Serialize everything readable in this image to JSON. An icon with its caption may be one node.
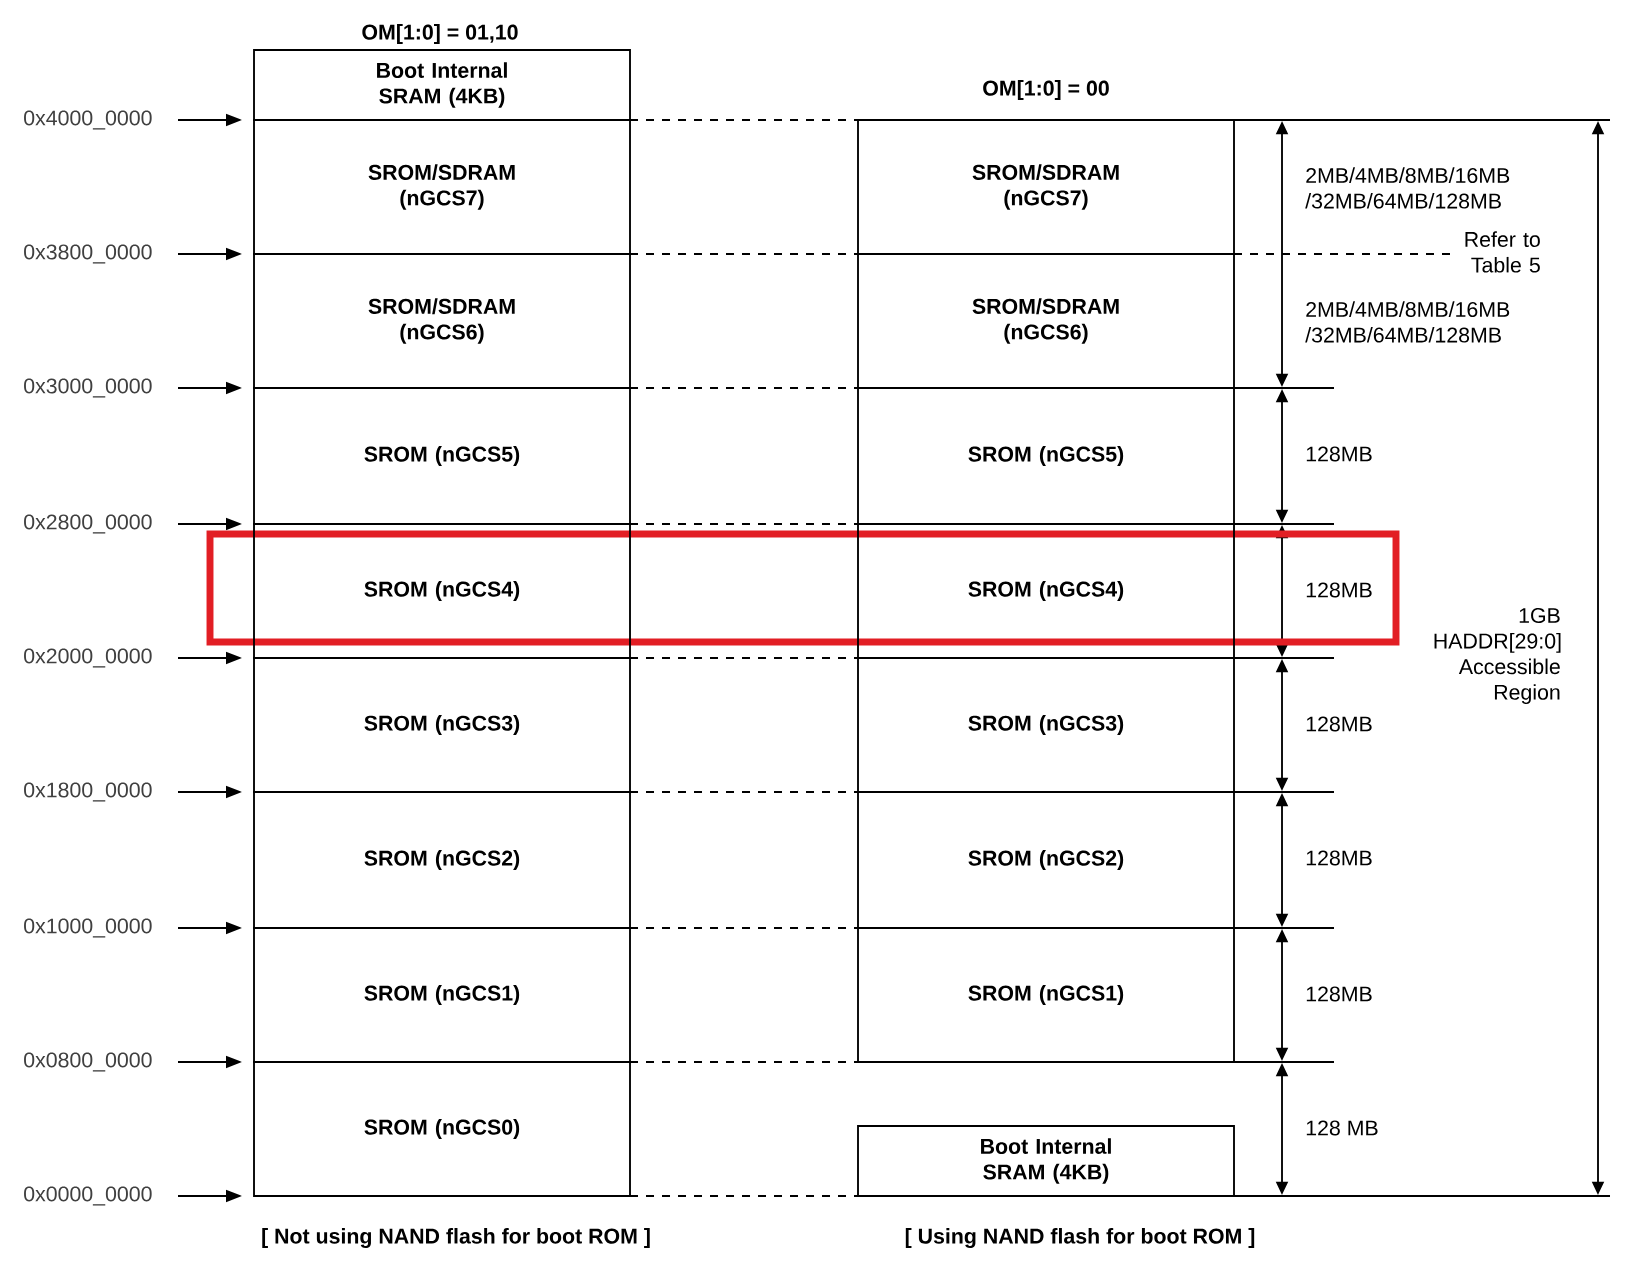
{
  "diagram": {
    "nodes": [
      {
        "text": [
          "Boot Internal SRAM (4KB)"
        ]
      },
      {
        "text": [
          "SROM/SDRAM (nGCS7)"
        ]
      },
      {
        "text": [
          "SROM/SDRAM (nGCS7)"
        ]
      },
      {
        "text": [
          "SROM/SDRAM (nGCS6)"
        ]
      },
      {
        "text": [
          "SROM/SDRAM (nGCS6)"
        ]
      },
      {
        "text": [
          "SROM (nGCS5)"
        ]
      },
      {
        "text": [
          "SROM (nGCS5)"
        ]
      },
      {
        "text": [
          "SROM (nGCS4)"
        ]
      },
      {
        "text": [
          "SROM (nGCS4)"
        ]
      },
      {
        "text": [
          "SROM (nGCS3)"
        ]
      },
      {
        "text": [
          "SROM (nGCS3)"
        ]
      },
      {
        "text": [
          "SROM (nGCS2)"
        ]
      },
      {
        "text": [
          "SROM (nGCS2)"
        ]
      },
      {
        "text": [
          "SROM (nGCS1)"
        ]
      },
      {
        "text": [
          "SROM (nGCS1)"
        ]
      },
      {
        "text": [
          "SROM (nGCS0)"
        ]
      },
      {
        "text": [
          "Boot Internal SRAM (4KB)"
        ]
      }
    ],
    "labels": [
      "OM[1:0] = 01,10",
      "OM[1:0] = 00",
      "0x4000_0000",
      "2MB/4MB/8MB/16MB /32MB/64MB/128MB",
      "0x3800_0000",
      "Refer to Table 5",
      "2MB/4MB/8MB/16MB /32MB/64MB/128MB",
      "0x3000_0000",
      "128MB",
      "0x2800_0000",
      "128MB",
      "1GB HADDR[29:0] Accessible Region",
      "0x2000_0000",
      "128MB",
      "0x1800_0000",
      "128MB",
      "0x1000_0000",
      "128MB",
      "0x0800_0000",
      "128 MB",
      "0x0000_0000",
      "[ Not using NAND flash for boot ROM ]",
      "[ Using NAND flash for boot ROM ]"
    ]
  }
}
